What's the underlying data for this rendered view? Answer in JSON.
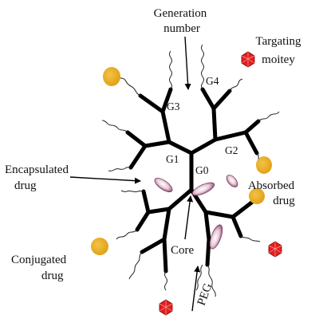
{
  "labels": {
    "generation_number": [
      "Generation",
      "number"
    ],
    "targeting_moiety": [
      "Targating",
      "moitey"
    ],
    "encapsulated_drug": [
      "Encapsulated",
      "drug"
    ],
    "absorbed_drug": [
      "Absorbed",
      "drug"
    ],
    "conjugated_drug": [
      "Conjugated",
      "drug"
    ],
    "core": "Core",
    "peg": "PEG"
  },
  "generations": {
    "g0": "G0",
    "g1": "G1",
    "g2": "G2",
    "g3": "G3",
    "g4": "G4"
  },
  "colors": {
    "branch": "#000000",
    "conjugated_drug": "#e8a814",
    "encapsulated_drug": "#a0527a",
    "targeting_moiety": "#e02020"
  },
  "icons": {
    "drug_ball": "orange-circle",
    "encapsulated": "purple-ellipse",
    "targeting": "red-polyhedron"
  }
}
